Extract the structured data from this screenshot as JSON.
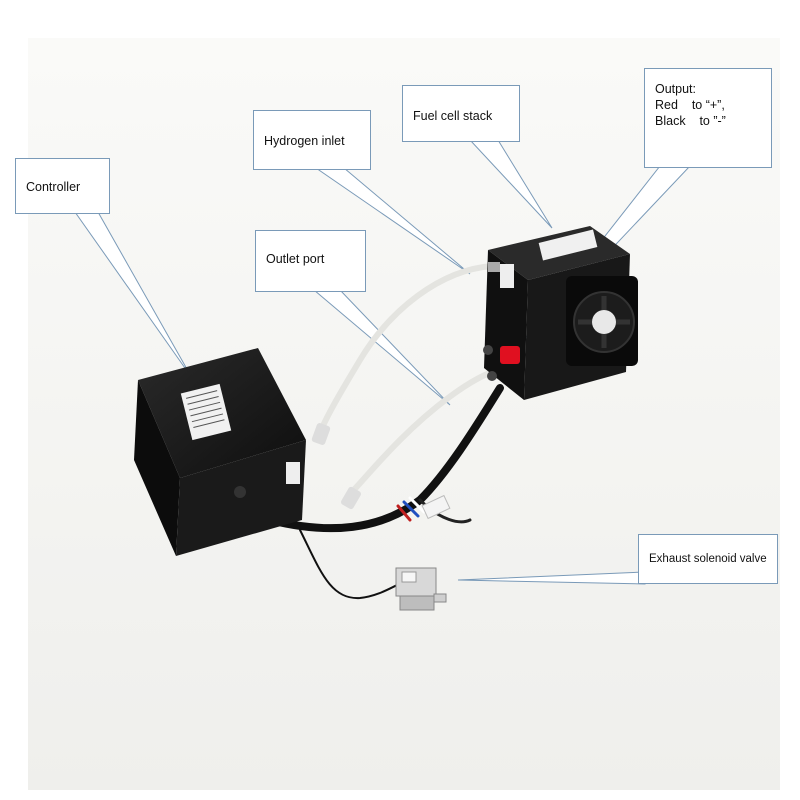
{
  "callouts": {
    "controller": "Controller",
    "hydrogen_inlet": "Hydrogen inlet",
    "fuel_cell_stack": "Fuel cell stack",
    "outlet_port": "Outlet port",
    "output": {
      "title": "Output:",
      "line1": "Red    to “+”,",
      "line2": "Black    to ”-”"
    },
    "exhaust_valve": "Exhaust solenoid valve"
  },
  "colors": {
    "callout_border": "#7a9ab8",
    "device_body": "#151515",
    "red_terminal": "#e01020",
    "tube": "#e8e8e4"
  }
}
